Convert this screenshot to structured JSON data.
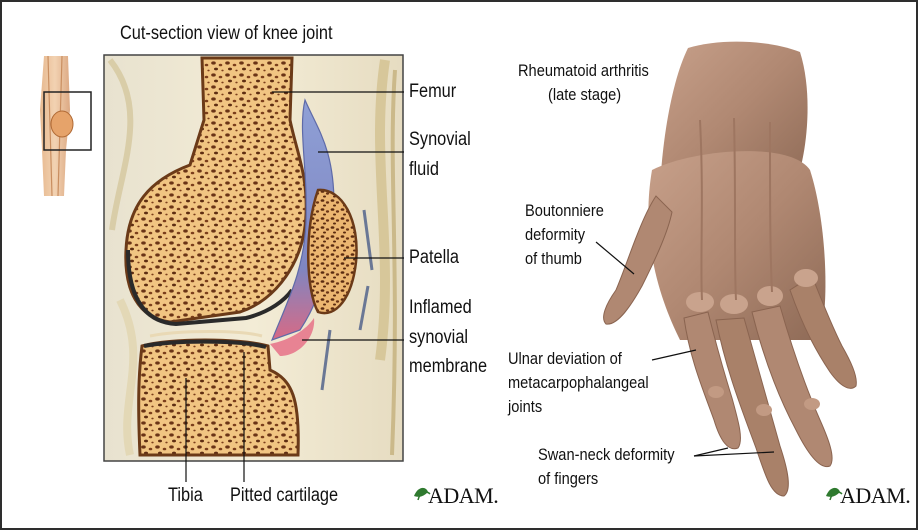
{
  "knee": {
    "title": "Cut-section view of knee joint",
    "labels": {
      "femur": "Femur",
      "synovial_fluid_1": "Synovial",
      "synovial_fluid_2": "fluid",
      "patella": "Patella",
      "inflamed_1": "Inflamed",
      "inflamed_2": "synovial",
      "inflamed_3": "membrane",
      "tibia": "Tibia",
      "pitted_cartilage": "Pitted cartilage"
    }
  },
  "hand": {
    "title_1": "Rheumatoid arthritis",
    "title_2": "(late stage)",
    "labels": {
      "boutonniere_1": "Boutonniere",
      "boutonniere_2": "deformity",
      "boutonniere_3": "of thumb",
      "ulnar_1": "Ulnar deviation of",
      "ulnar_2": "metacarpophalangeal",
      "ulnar_3": "joints",
      "swan_1": "Swan-neck deformity",
      "swan_2": "of fingers"
    }
  },
  "brand": {
    "left": "ADAM.",
    "right": "ADAM.",
    "leaf_icon": "adam-leaf-logo"
  },
  "colors": {
    "bone": "#f3c98a",
    "bone_dark": "#a8642f",
    "fluid": "#8a94c9",
    "inflamed": "#e86a7a",
    "skin": "#b08872",
    "frame": "#2e2e2e"
  }
}
